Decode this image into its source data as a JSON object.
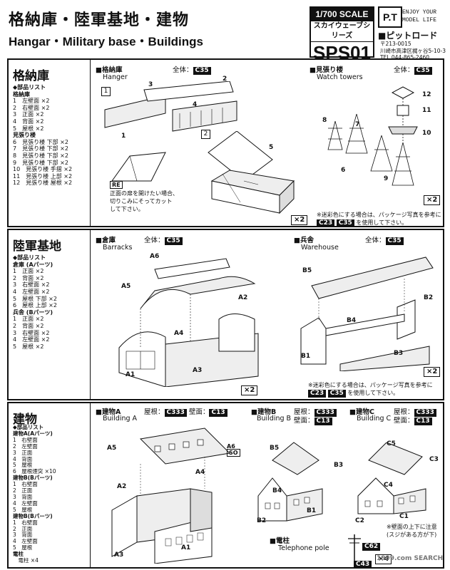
{
  "header": {
    "title_jp": "格納庫・陸軍基地・建物",
    "title_en": "Hangar・Military base・Buildings",
    "scale": "1/700 SCALE",
    "series": "スカイウェーブシリーズ",
    "code": "SPS01",
    "brand_logo": "P.T",
    "slogan": "ENJOY YOUR MODEL LIFE",
    "company": "■ピットロード",
    "address": [
      "〒213-0015",
      "川崎市高津区梶ヶ谷5-10-3",
      "TEL 044-865-2460"
    ]
  },
  "sections": {
    "hangar": {
      "title": "格納庫",
      "parts_header": "◆部品リスト",
      "parts": [
        {
          "h": "格納庫"
        },
        {
          "t": "1　左壁面 ×2"
        },
        {
          "t": "2　右壁面 ×2"
        },
        {
          "t": "3　正面 ×2"
        },
        {
          "t": "4　背面 ×2"
        },
        {
          "t": "5　屋根 ×2"
        },
        {
          "h": "見張り楼"
        },
        {
          "t": "6　見張り楼 下部 ×2"
        },
        {
          "t": "7　見張り楼 下部 ×2"
        },
        {
          "t": "8　見張り楼 下部 ×2"
        },
        {
          "t": "9　見張り楼 下部 ×2"
        },
        {
          "t": "10　見張り楼 手摺 ×2"
        },
        {
          "t": "11　見張り楼 上部 ×2"
        },
        {
          "t": "12　見張り楼 屋根 ×2"
        }
      ],
      "panel1": {
        "title_jp": "■格納庫",
        "title_en": "Hanger",
        "body_label": "全体：",
        "body_code": "C35",
        "step1": "1",
        "step2": "2",
        "multiplier": "×2",
        "re_tag": "RE",
        "re_note": [
          "正面の扉を開けたい場合、",
          "切りこみにそってカット",
          "して下さい。"
        ],
        "callouts": [
          "3",
          "2",
          "4",
          "1",
          "5"
        ]
      },
      "panel2": {
        "title_jp": "■見張り楼",
        "title_en": "Watch towers",
        "body_label": "全体：",
        "body_code": "C35",
        "multiplier": "×2",
        "callouts": [
          "12",
          "11",
          "10",
          "8",
          "7",
          "6",
          "9"
        ]
      },
      "footnote": "※迷彩色にする場合は、パッケージ写真を参考に",
      "footnote_codes": [
        "C23",
        "C35"
      ],
      "footnote_tail": "を使用して下さい。"
    },
    "military": {
      "title": "陸軍基地",
      "parts_header": "◆部品リスト",
      "parts": [
        {
          "h": "倉庫 (Aパーツ)"
        },
        {
          "t": "1　正面 ×2"
        },
        {
          "t": "2　背面 ×2"
        },
        {
          "t": "3　右壁面 ×2"
        },
        {
          "t": "4　左壁面 ×2"
        },
        {
          "t": "5　屋根 下部 ×2"
        },
        {
          "t": "6　屋根 上部 ×2"
        },
        {
          "h": "兵舎 (Bパーツ)"
        },
        {
          "t": "1　正面 ×2"
        },
        {
          "t": "2　背面 ×2"
        },
        {
          "t": "3　右壁面 ×2"
        },
        {
          "t": "4　左壁面 ×2"
        },
        {
          "t": "5　屋根 ×2"
        }
      ],
      "panel1": {
        "title_jp": "■倉庫",
        "title_en": "Barracks",
        "body_label": "全体：",
        "body_code": "C35",
        "multiplier": "×2",
        "callouts": [
          "A6",
          "A5",
          "A2",
          "A4",
          "A1",
          "A3"
        ]
      },
      "panel2": {
        "title_jp": "■兵舎",
        "title_en": "Warehouse",
        "body_label": "全体：",
        "body_code": "C35",
        "multiplier": "×2",
        "callouts": [
          "B5",
          "B2",
          "B4",
          "B1",
          "B3"
        ]
      },
      "footnote": "※迷彩色にする場合は、パッケージ写真を参考に",
      "footnote_codes": [
        "C23",
        "C35"
      ],
      "footnote_tail": "を使用して下さい。"
    },
    "buildings": {
      "title": "建物",
      "parts_header": "◆部品リスト",
      "parts": [
        {
          "h": "建物A(Aパーツ)"
        },
        {
          "t": "1　右壁面"
        },
        {
          "t": "2　左壁面"
        },
        {
          "t": "3　正面"
        },
        {
          "t": "4　背面"
        },
        {
          "t": "5　屋根"
        },
        {
          "t": "6　屋根煙突 ×10"
        },
        {
          "h": "建物B(Bパーツ)"
        },
        {
          "t": "1　右壁面"
        },
        {
          "t": "2　正面"
        },
        {
          "t": "3　背面"
        },
        {
          "t": "4　左壁面"
        },
        {
          "t": "5　屋根"
        },
        {
          "h": "建物B(Bパーツ)"
        },
        {
          "t": "1　右壁面"
        },
        {
          "t": "2　正面"
        },
        {
          "t": "3　背面"
        },
        {
          "t": "4　左壁面"
        },
        {
          "t": "5　屋根"
        },
        {
          "h": "電柱"
        },
        {
          "t": "　電柱 ×4"
        }
      ],
      "panelA": {
        "title_jp": "■建物A",
        "title_en": "Building A",
        "roof_label": "屋根：",
        "roof_code": "C333",
        "wall_label": "壁面：",
        "wall_code": "C13",
        "a6_tag": "A6",
        "a6_so": "SO",
        "callouts": [
          "A5",
          "A4",
          "A2",
          "A3",
          "A1"
        ]
      },
      "panelB": {
        "title_jp": "■建物B",
        "title_en": "Building B",
        "roof_label": "屋根：",
        "roof_code": "C333",
        "wall_label": "壁面：",
        "wall_code": "C13",
        "callouts": [
          "B5",
          "B3",
          "B4",
          "B2",
          "B1"
        ]
      },
      "panelC": {
        "title_jp": "■建物C",
        "title_en": "Building C",
        "roof_label": "屋根：",
        "roof_code": "C333",
        "wall_label": "壁面：",
        "wall_code": "C13",
        "callouts": [
          "C5",
          "C3",
          "C4",
          "C2",
          "C1"
        ],
        "note": [
          "※壁面の上下に注意",
          "(スジがある方が下)"
        ]
      },
      "pole": {
        "title_jp": "■電柱",
        "title_en": "Telephone pole",
        "code1": "C62",
        "code2": "C43",
        "multiplier": "×4"
      }
    }
  },
  "watermark": "1999.com SEARCH"
}
